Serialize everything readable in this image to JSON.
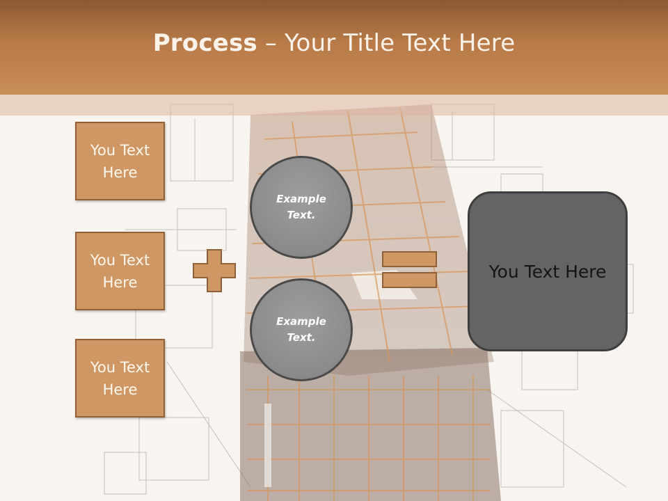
{
  "slide": {
    "title_bold": "Process",
    "title_rest": " – Your Title Text Here"
  },
  "left_boxes": [
    {
      "label_line1": "You Text",
      "label_line2": "Here"
    },
    {
      "label_line1": "You Text",
      "label_line2": "Here"
    },
    {
      "label_line1": "You Text",
      "label_line2": "Here"
    }
  ],
  "circles": [
    {
      "line1": "Example",
      "line2": "Text."
    },
    {
      "line1": "Example",
      "line2": "Text."
    }
  ],
  "result_box": {
    "label": "You Text Here"
  },
  "operators": {
    "plus_icon": "plus-icon",
    "equals_icon": "equals-icon"
  },
  "colors": {
    "header": "#b87a48",
    "box_fill": "#cf9764",
    "box_border": "#8f5f38",
    "circle_fill": "#8b8b8b",
    "result_fill": "#646464"
  }
}
